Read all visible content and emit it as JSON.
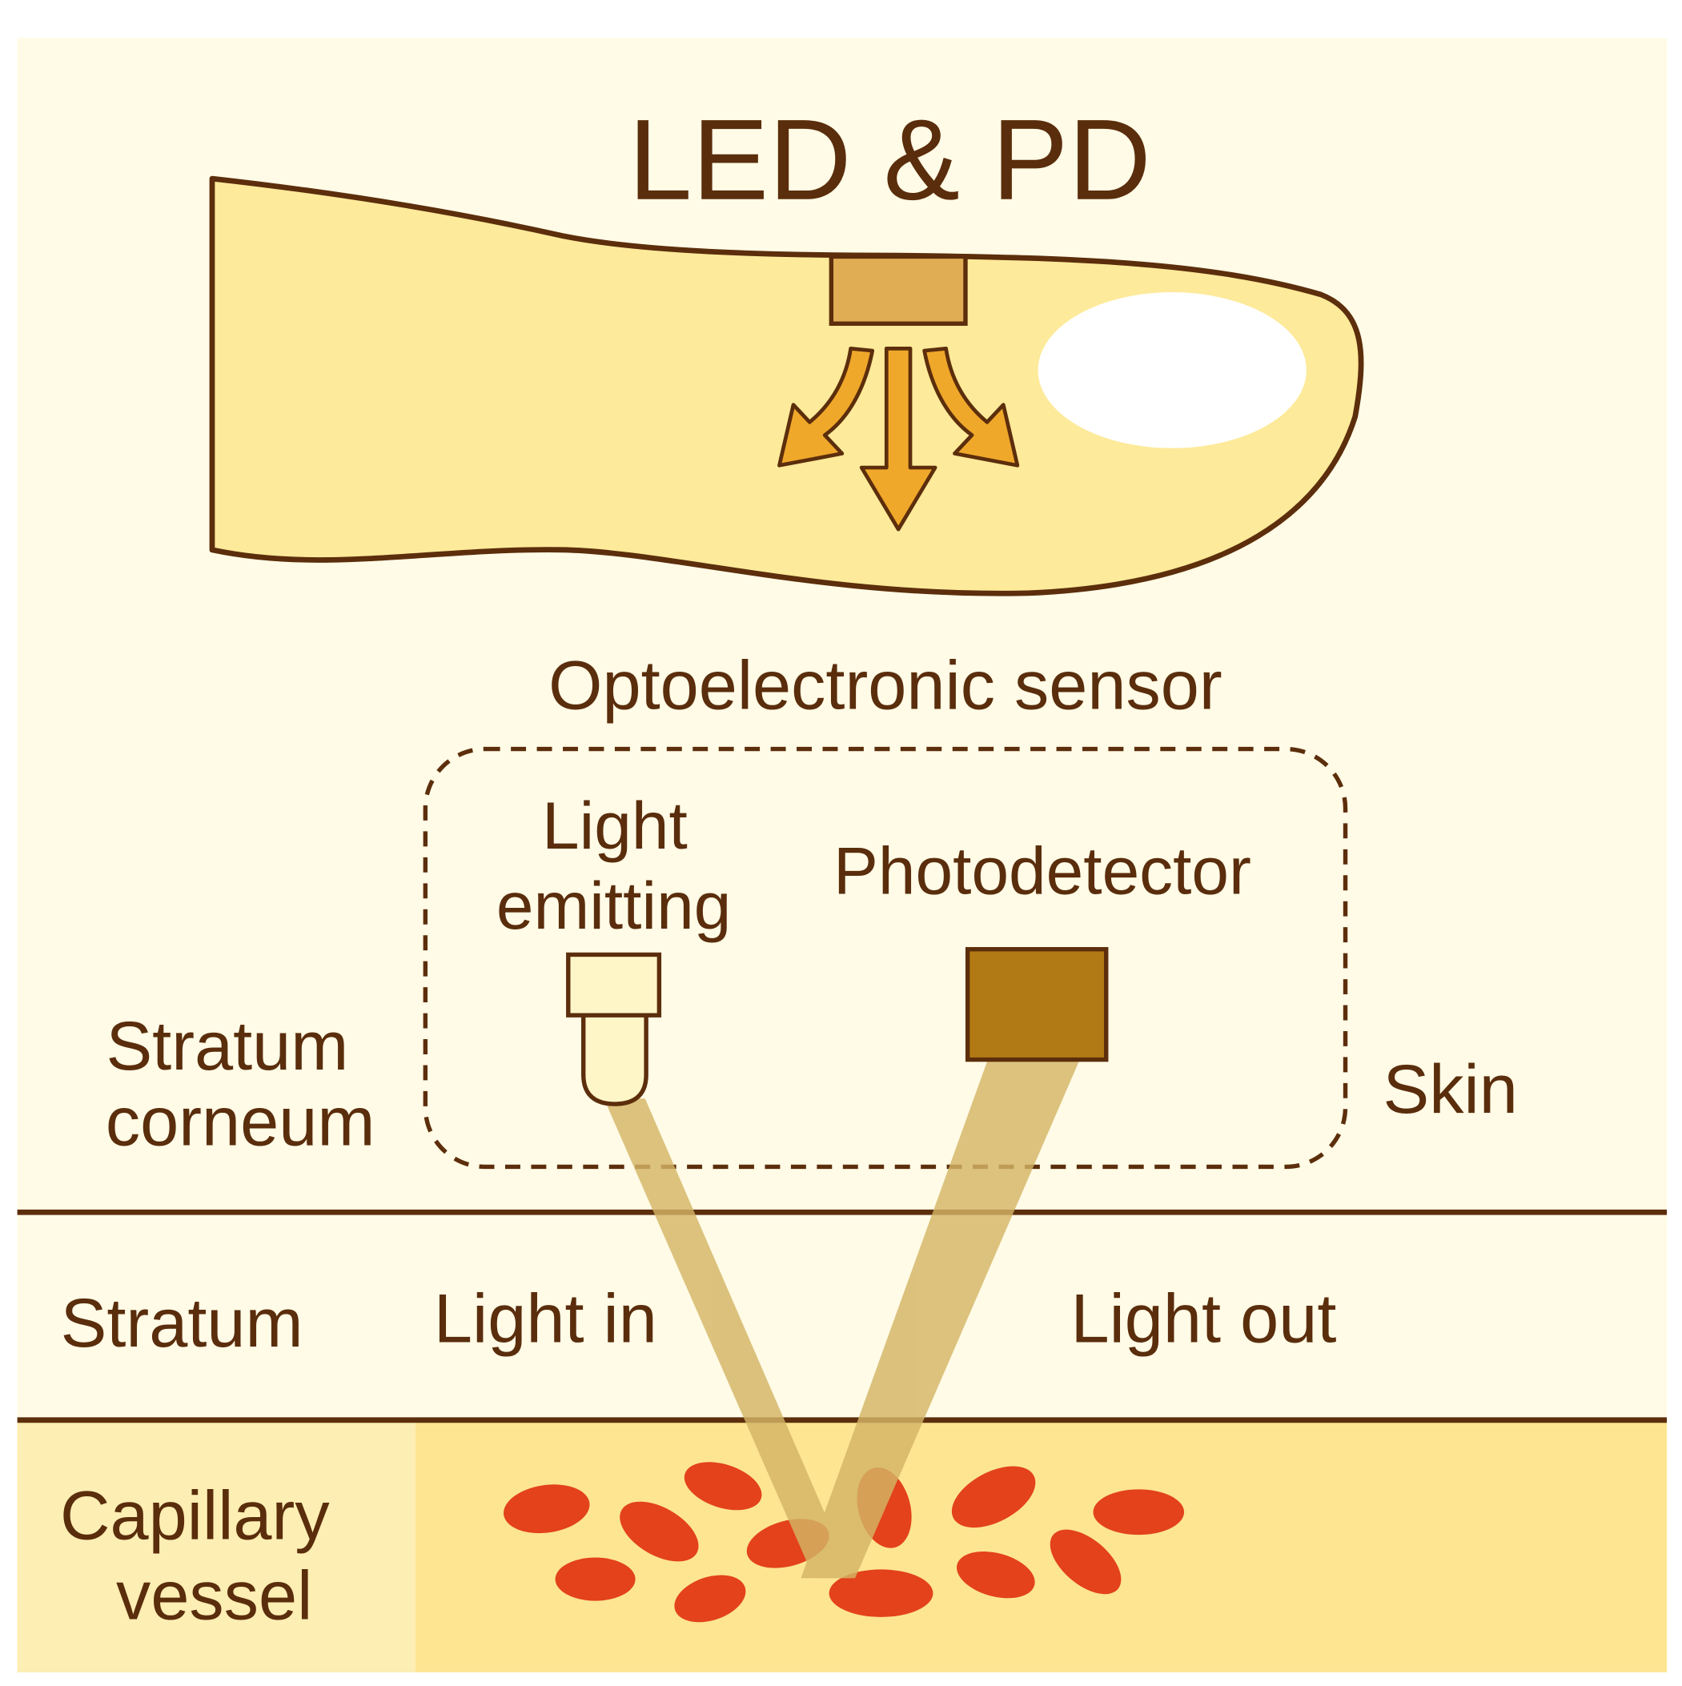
{
  "title": "LED & PD",
  "sensor_label": "Optoelectronic sensor",
  "components": {
    "light_emitting_line1": "Light",
    "light_emitting_line2": "emitting",
    "photodetector": "Photodetector"
  },
  "layers": {
    "stratum_corneum_line1": "Stratum",
    "stratum_corneum_line2": "corneum",
    "skin": "Skin",
    "stratum": "Stratum",
    "capillary_line1": "Capillary",
    "capillary_line2": "vessel"
  },
  "light_paths": {
    "light_in": "Light in",
    "light_out": "Light out"
  },
  "colors": {
    "background": "#fffbe6",
    "finger_fill": "#fdea9a",
    "outline": "#5c2e0c",
    "text": "#5a2d0c",
    "led_chip": "#e0ad55",
    "arrow": "#f0a82a",
    "photodetector": "#b27a14",
    "led_body": "#fff6c8",
    "beam": "#d4b565",
    "capillary_band": "#fde592",
    "red_blood_cell": "#e3421b"
  },
  "icons": [
    "finger-illustration",
    "nail-shape",
    "led-chip",
    "light-arrows",
    "led-bulb",
    "photodetector-block",
    "red-blood-cells"
  ]
}
